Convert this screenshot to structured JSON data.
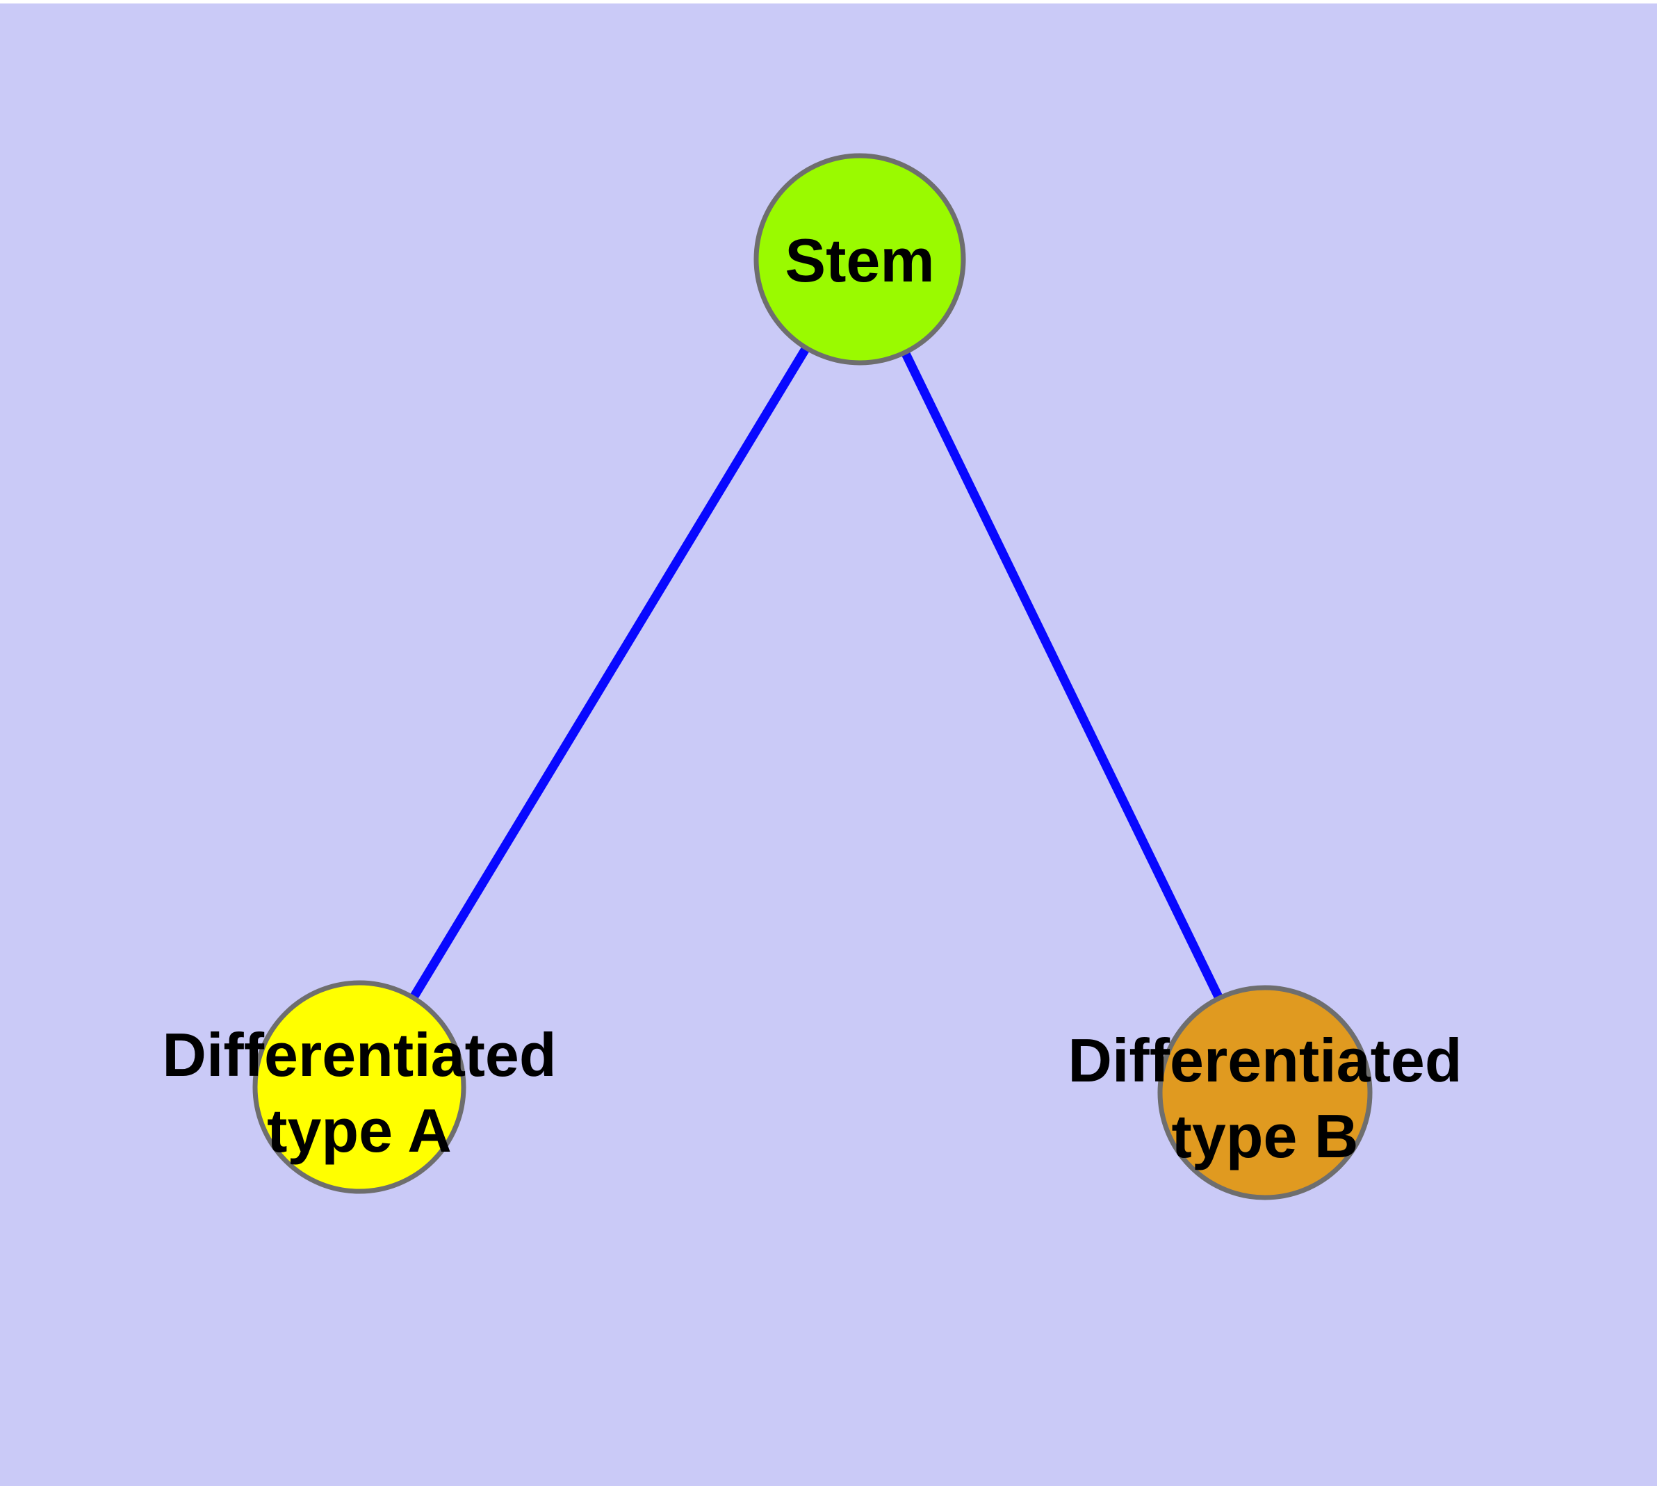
{
  "canvas": {
    "background_color": "#cacaf7",
    "top_strip_color": "#ffffff"
  },
  "diagram": {
    "kind": "cell-differentiation-graph",
    "nodes": [
      {
        "id": "stem",
        "label": "Stem",
        "lines": [
          "Stem"
        ],
        "fill": "#9afa00",
        "border_color": "#6e6e6e"
      },
      {
        "id": "differentiated-type-a",
        "label": "Differentiated type A",
        "lines": [
          "Differentiated",
          "type A"
        ],
        "fill": "#ffff00",
        "border_color": "#6e6e6e"
      },
      {
        "id": "differentiated-type-b",
        "label": "Differentiated type B",
        "lines": [
          "Differentiated",
          "type B"
        ],
        "fill": "#e09a20",
        "border_color": "#6e6e6e"
      }
    ],
    "edges": [
      {
        "from": "stem",
        "to": "differentiated-type-a",
        "color": "#0808ff"
      },
      {
        "from": "stem",
        "to": "differentiated-type-b",
        "color": "#0808ff"
      }
    ]
  }
}
